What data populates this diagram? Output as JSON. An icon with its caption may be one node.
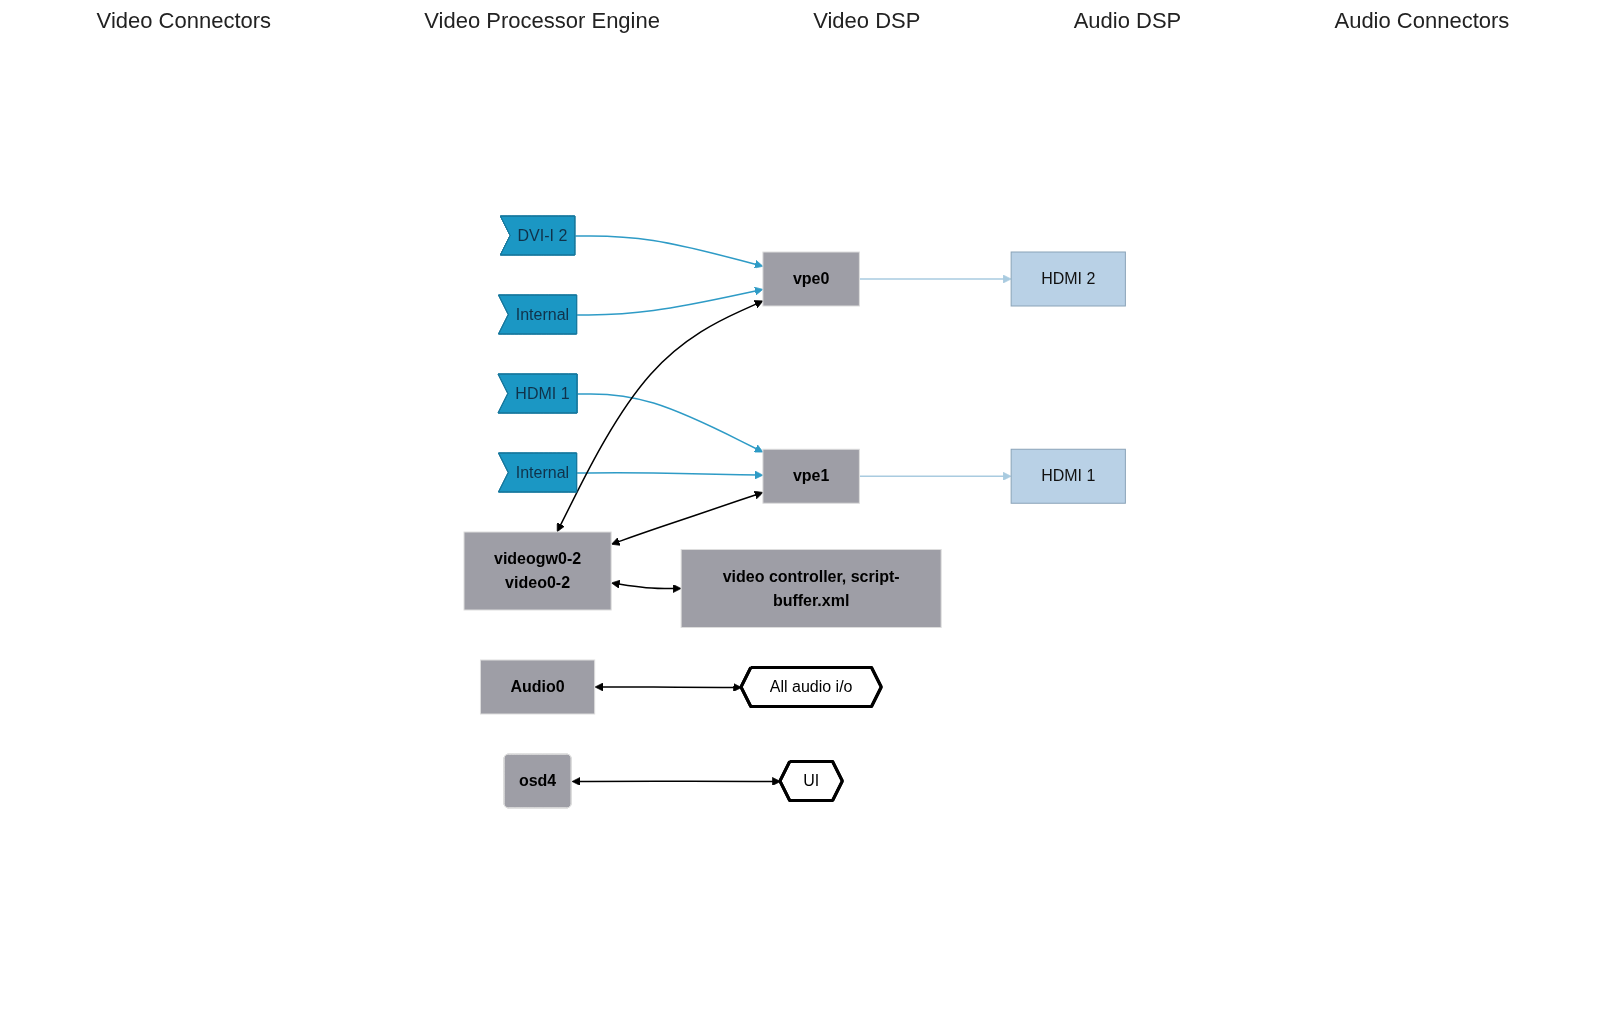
{
  "diagram": {
    "nodes": [
      {
        "text": [
          "DVI-I 2"
        ]
      },
      {
        "text": [
          "Internal"
        ]
      },
      {
        "text": [
          "HDMI 2"
        ]
      },
      {
        "text": [
          "HDMI 1"
        ]
      },
      {
        "text": [
          "Internal"
        ]
      },
      {
        "text": [
          "HDMI 1"
        ]
      },
      {
        "text": [
          "vpe0"
        ]
      },
      {
        "text": [
          "vpe1"
        ]
      },
      {
        "text": [
          "videogw0-2",
          "video0-2"
        ]
      },
      {
        "text": [
          "video controller, script-buffer.xml"
        ]
      },
      {
        "text": [
          "Audio0"
        ]
      },
      {
        "text": [
          "All audio i/o"
        ]
      },
      {
        "text": [
          "osd4"
        ]
      },
      {
        "text": [
          "UI"
        ]
      }
    ],
    "edges": [
      {
        "from": 0,
        "to": 6,
        "arrow": "to",
        "color": "#2e9bc6"
      },
      {
        "from": 1,
        "to": 6,
        "arrow": "to",
        "color": "#2e9bc6"
      },
      {
        "from": 6,
        "to": 2,
        "arrow": "to",
        "color": "#a9cbe0"
      },
      {
        "from": 3,
        "to": 7,
        "arrow": "to",
        "color": "#2e9bc6"
      },
      {
        "from": 4,
        "to": 7,
        "arrow": "to",
        "color": "#2e9bc6"
      },
      {
        "from": 7,
        "to": 5,
        "arrow": "to",
        "color": "#a9cbe0"
      },
      {
        "from": 8,
        "to": 6,
        "arrow": "both"
      },
      {
        "from": 8,
        "to": 7,
        "arrow": "both"
      },
      {
        "from": 8,
        "to": 9,
        "arrow": "both"
      },
      {
        "from": 10,
        "to": 11,
        "arrow": "both"
      },
      {
        "from": 12,
        "to": 13,
        "arrow": "both"
      }
    ],
    "labels": [
      "Video Connectors",
      "Video Processor Engine",
      "Video DSP",
      "Audio DSP",
      "Audio Connectors"
    ]
  }
}
